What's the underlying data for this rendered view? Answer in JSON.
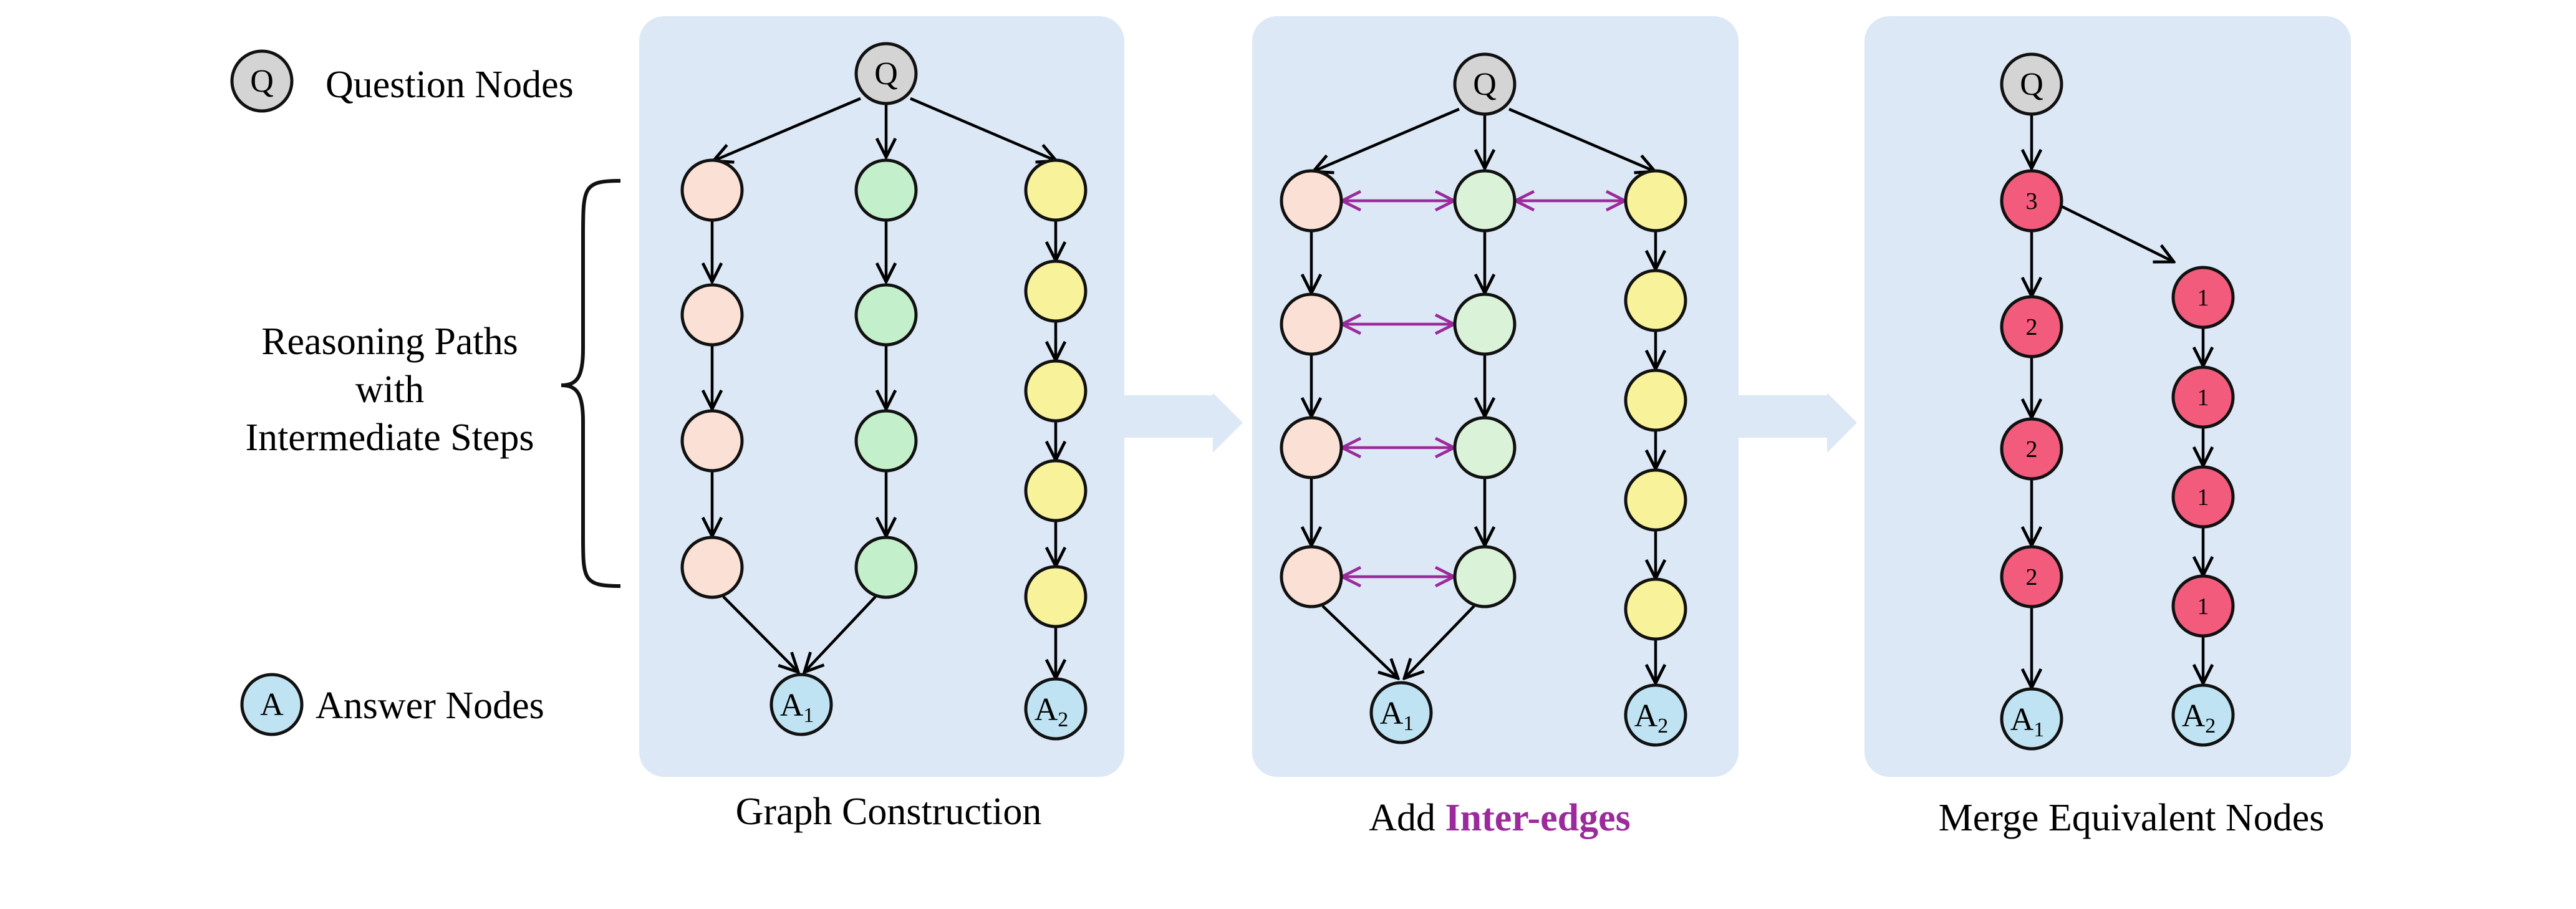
{
  "legend": {
    "question_symbol": "Q",
    "question_label": "Question Nodes",
    "answer_symbol": "A",
    "answer_label": "Answer Nodes",
    "reasoning_line1": "Reasoning Paths",
    "reasoning_line2": "with",
    "reasoning_line3": "Intermediate Steps"
  },
  "colors": {
    "panel_bg": "#dce8f5",
    "flow_arrow": "#dce8f5",
    "question_node": "#d4d4d4",
    "answer_node": "#bfe3f2",
    "path_peach": "#fbe1d5",
    "path_green_panel1": "#c4efcb",
    "path_green_panel2": "#d9f2d8",
    "path_yellow": "#f8f29b",
    "merged_red": "#f25b7c",
    "inter_edge_purple": "#9b2a9b"
  },
  "panels": [
    {
      "caption": "Graph Construction",
      "question_label": "Q",
      "answer_labels": [
        "A",
        "A"
      ],
      "answer_subscripts": [
        "1",
        "2"
      ]
    },
    {
      "caption_prefix": "Add",
      "caption_highlight": "Inter-edges",
      "question_label": "Q",
      "answer_labels": [
        "A",
        "A"
      ],
      "answer_subscripts": [
        "1",
        "2"
      ]
    },
    {
      "caption": "Merge Equivalent Nodes",
      "question_label": "Q",
      "answer_labels": [
        "A",
        "A"
      ],
      "answer_subscripts": [
        "1",
        "2"
      ],
      "left_path_counts": [
        "3",
        "2",
        "2",
        "2"
      ],
      "right_path_counts": [
        "1",
        "1",
        "1",
        "1"
      ]
    }
  ]
}
